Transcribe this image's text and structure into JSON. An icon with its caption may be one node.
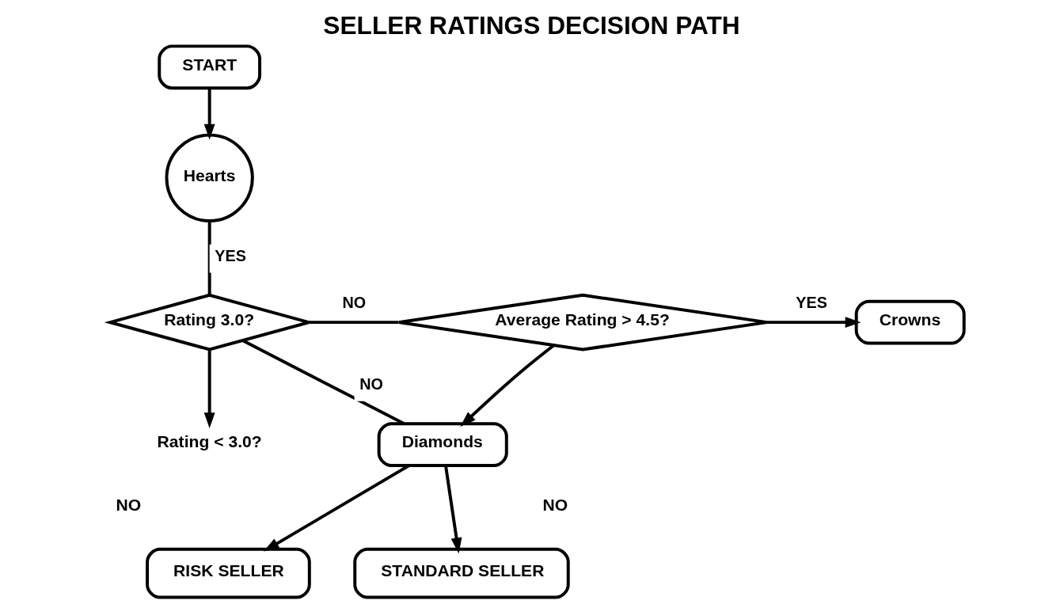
{
  "diagram": {
    "title": "SELLER RATINGS DECISION PATH",
    "nodes": [
      {
        "text": [
          "START"
        ]
      },
      {
        "text": [
          "Hearts"
        ]
      },
      {
        "text": [
          "Rating 3.0?"
        ]
      },
      {
        "text": [
          "Average Rating > 4.5?"
        ]
      },
      {
        "text": [
          "Crowns"
        ]
      },
      {
        "text": [
          "Rating < 3.0?"
        ]
      },
      {
        "text": [
          "Diamonds"
        ]
      },
      {
        "text": [
          "RISK SELLER"
        ]
      },
      {
        "text": [
          "STANDARD SELLER"
        ]
      }
    ],
    "edges": [
      {
        "from": 0,
        "to": 1,
        "arrow": "to"
      },
      {
        "from": 1,
        "to": 2,
        "arrow": "none",
        "label": "YES"
      },
      {
        "from": 2,
        "to": 3,
        "arrow": "none",
        "label": "NO"
      },
      {
        "from": 2,
        "to": 5,
        "arrow": "to"
      },
      {
        "from": 3,
        "to": 4,
        "arrow": "to",
        "label": "YES"
      },
      {
        "from": 3,
        "to": 6,
        "arrow": "to"
      },
      {
        "from": 2,
        "to": 6,
        "arrow": "none",
        "label": "NO"
      },
      {
        "from": 6,
        "to": 7,
        "arrow": "to"
      },
      {
        "from": 6,
        "to": 8,
        "arrow": "to"
      }
    ],
    "labels": [
      "NO",
      "NO"
    ]
  }
}
